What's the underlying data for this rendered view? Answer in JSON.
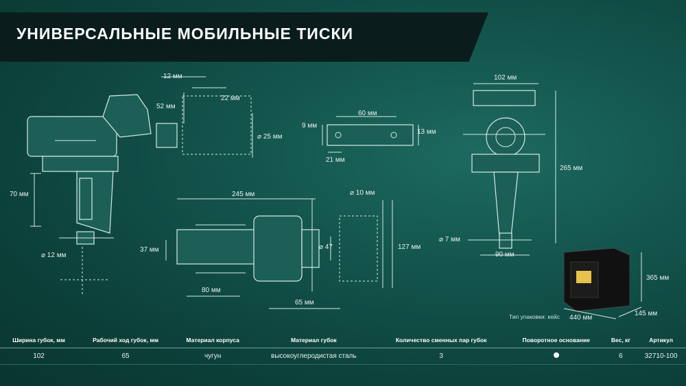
{
  "title": "УНИВЕРСАЛЬНЫЕ МОБИЛЬНЫЕ ТИСКИ",
  "colors": {
    "background": "#0f4a44",
    "banner": "#0a1d1c",
    "text": "#e8f2ef"
  },
  "dims": {
    "d1": "12 мм",
    "d2": "22 мм",
    "d3": "52 мм",
    "d4": "⌀ 25 мм",
    "d5": "70 мм",
    "d6": "⌀ 12 мм",
    "d7": "60 мм",
    "d8": "9 мм",
    "d9": "13 мм",
    "d10": "21 мм",
    "d11": "245 мм",
    "d12": "⌀ 10 мм",
    "d13": "37 мм",
    "d14": "⌀ 47",
    "d15": "127 мм",
    "d16": "80 мм",
    "d17": "65 мм",
    "d18": "102 мм",
    "d19": "265 мм",
    "d20": "⌀ 7 мм",
    "d21": "90 мм",
    "d22": "365 мм",
    "d23": "440 мм",
    "d24": "145 мм"
  },
  "package_caption": "Тип упаковки: кейс",
  "table": {
    "headers": [
      "Ширина губок, мм",
      "Рабочий ход губок, мм",
      "Материал корпуса",
      "Материал губок",
      "Количество сменных пар губок",
      "Поворотное основание",
      "Вес, кг",
      "Артикул"
    ],
    "row": [
      "102",
      "65",
      "чугун",
      "высокоуглеродистая сталь",
      "3",
      "yes",
      "6",
      "32710-100"
    ]
  }
}
